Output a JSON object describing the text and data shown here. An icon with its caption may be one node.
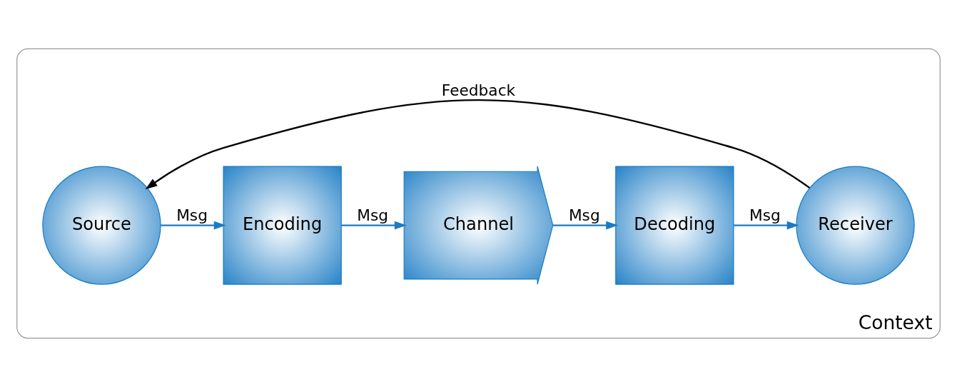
{
  "diagram": {
    "nodes": [
      {
        "text": [
          "Context"
        ]
      },
      {
        "text": [
          "Source"
        ],
        "in": 0
      },
      {
        "text": [
          "Encoding"
        ],
        "in": 0
      },
      {
        "text": [
          "Channel"
        ],
        "in": 0
      },
      {
        "text": [
          "Decoding"
        ],
        "in": 0
      },
      {
        "text": [
          "Receiver"
        ],
        "in": 0
      }
    ],
    "edges": [
      {
        "from": 1,
        "to": 2,
        "arrow": "to",
        "label": "Msg"
      },
      {
        "from": 2,
        "to": 3,
        "arrow": "to",
        "label": "Msg"
      },
      {
        "from": 3,
        "to": 4,
        "arrow": "to",
        "label": "Msg"
      },
      {
        "from": 4,
        "to": 5,
        "arrow": "to",
        "label": "Msg"
      },
      {
        "from": 5,
        "to": 1,
        "arrow": "to",
        "label": "Feedback",
        "color": "#000000"
      }
    ]
  }
}
